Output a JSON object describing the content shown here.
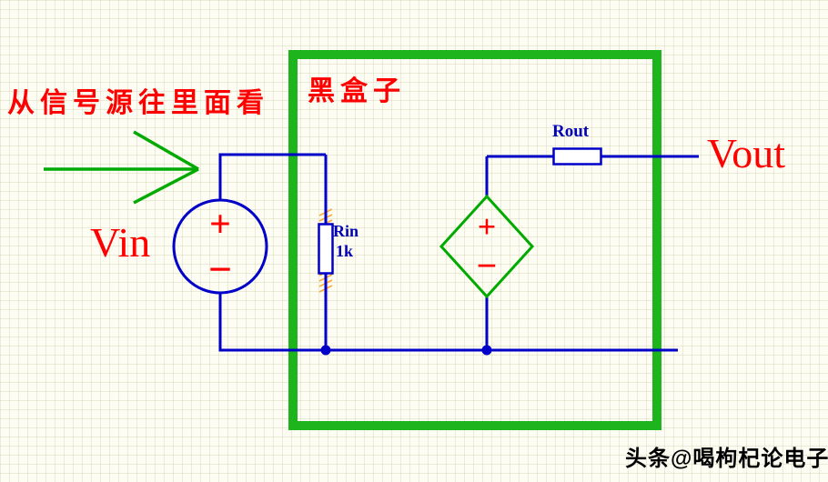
{
  "colors": {
    "canvas_bg": "#fdfdf4",
    "annotation_red": "#ff0000",
    "wire_blue": "#0000c8",
    "label_blue": "#0000b4",
    "arrow_green": "#00aa00",
    "box_green": "#1db41d",
    "hatch_orange": "#ffaa33",
    "watermark_black": "#000000"
  },
  "annotations": {
    "viewing_note": "从信号源往里面看",
    "black_box_label": "黑盒子",
    "vin_label": "Vin",
    "vout_label": "Vout",
    "watermark": "头条@喝枸杞论电子"
  },
  "components": {
    "vin_source": {
      "plus": "+",
      "minus": "−"
    },
    "dependent_source": {
      "plus": "+",
      "minus": "−"
    },
    "rin": {
      "name": "Rin",
      "value": "1k"
    },
    "rout": {
      "name": "Rout"
    }
  }
}
